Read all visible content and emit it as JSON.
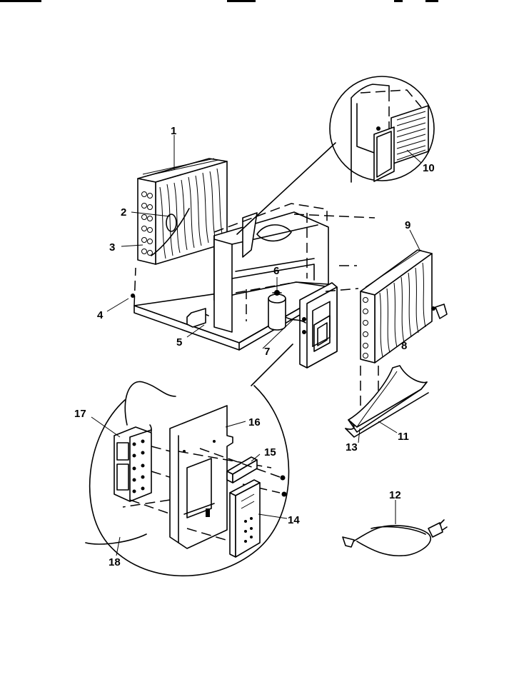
{
  "callouts": [
    {
      "id": "1",
      "text": "1"
    },
    {
      "id": "2",
      "text": "2"
    },
    {
      "id": "3",
      "text": "3"
    },
    {
      "id": "4",
      "text": "4"
    },
    {
      "id": "5",
      "text": "5"
    },
    {
      "id": "6",
      "text": "6"
    },
    {
      "id": "7",
      "text": "7"
    },
    {
      "id": "8",
      "text": "8"
    },
    {
      "id": "9",
      "text": "9"
    },
    {
      "id": "10",
      "text": "10"
    },
    {
      "id": "11",
      "text": "11"
    },
    {
      "id": "12",
      "text": "12"
    },
    {
      "id": "13",
      "text": "13"
    },
    {
      "id": "14",
      "text": "14"
    },
    {
      "id": "15",
      "text": "15"
    },
    {
      "id": "16",
      "text": "16"
    },
    {
      "id": "17",
      "text": "17"
    },
    {
      "id": "18",
      "text": "18"
    }
  ],
  "colors": {
    "line": "#000000",
    "background": "#ffffff"
  }
}
